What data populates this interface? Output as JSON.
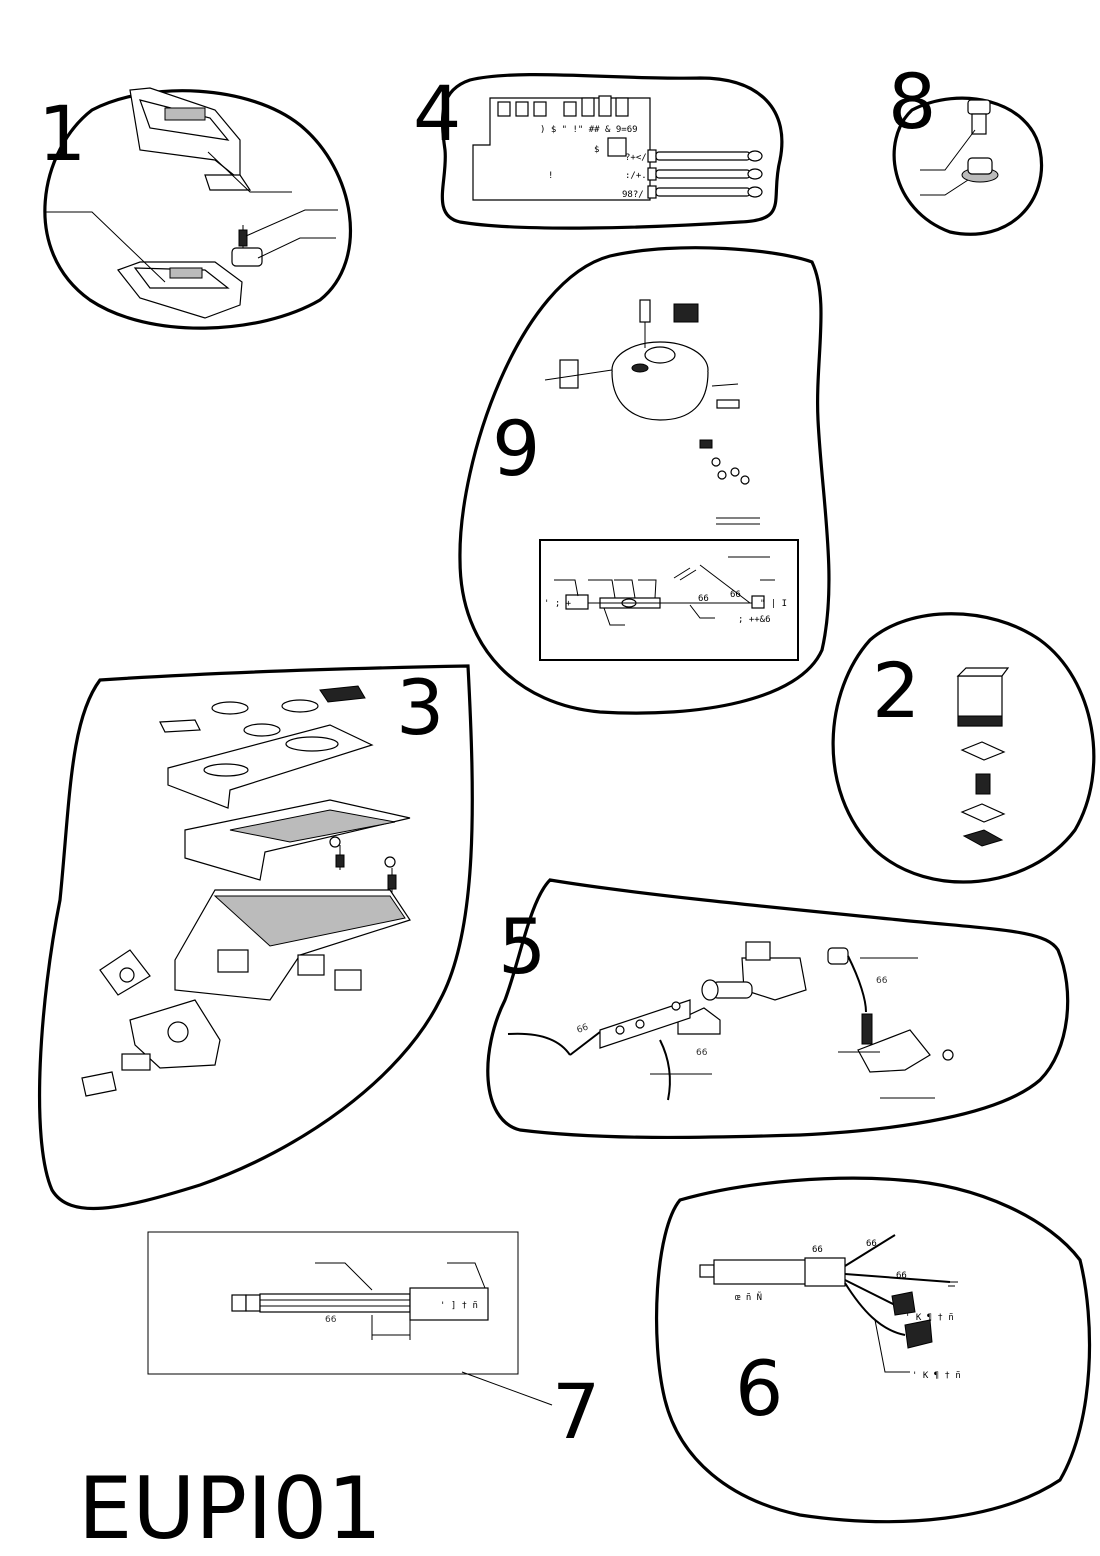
{
  "title": "EUPI01",
  "groups": [
    {
      "id": 1,
      "label": "1"
    },
    {
      "id": 2,
      "label": "2"
    },
    {
      "id": 3,
      "label": "3"
    },
    {
      "id": 4,
      "label": "4"
    },
    {
      "id": 5,
      "label": "5"
    },
    {
      "id": 6,
      "label": "6"
    },
    {
      "id": 7,
      "label": "7"
    },
    {
      "id": 8,
      "label": "8"
    },
    {
      "id": 9,
      "label": "9"
    }
  ],
  "pcb_labels": {
    "row": ") $ \" !\" ## & 9=69",
    "dollar": "$",
    "bang": "!",
    "pin1": "?+</",
    "pin2": ":/+.",
    "pin3": "98?/"
  },
  "wire_labels": {
    "w66": "66",
    "g9_left": "' ; +",
    "g9_right": "\" | I",
    "g9_sub": "; ++&6",
    "g7_tag": "' ] † ñ",
    "g6_tag1": "œ ñ Ñ",
    "g6_tag2": "' K ¶ † ñ",
    "g6_tag3": "' K ¶ † ñ"
  }
}
